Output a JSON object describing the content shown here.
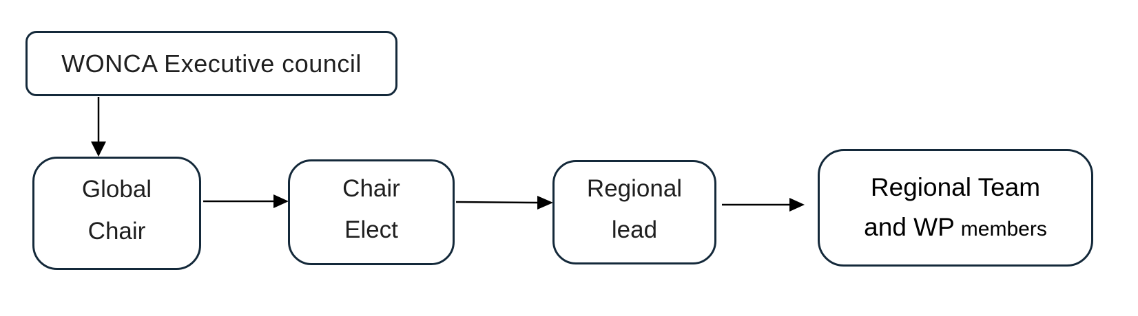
{
  "colors": {
    "box_border": "#14293a",
    "arrow": "#000000",
    "text": "#1f1f1f",
    "box_fill": "#ffffff",
    "background": "#ffffff"
  },
  "diagram": {
    "type": "flowchart",
    "nodes": {
      "wonca": {
        "label": "WONCA Executive council"
      },
      "global_chair": {
        "line1": "Global",
        "line2": "Chair"
      },
      "chair_elect": {
        "line1": "Chair",
        "line2": "Elect"
      },
      "regional_lead": {
        "line1": "Regional",
        "line2": "lead"
      },
      "regional_team": {
        "line1": "Regional Team",
        "line2_main": "and WP",
        "line2_small": "members"
      }
    },
    "edges": [
      {
        "from": "wonca",
        "to": "global_chair",
        "direction": "down"
      },
      {
        "from": "global_chair",
        "to": "chair_elect",
        "direction": "right"
      },
      {
        "from": "chair_elect",
        "to": "regional_lead",
        "direction": "right"
      },
      {
        "from": "regional_lead",
        "to": "regional_team",
        "direction": "right"
      }
    ]
  }
}
